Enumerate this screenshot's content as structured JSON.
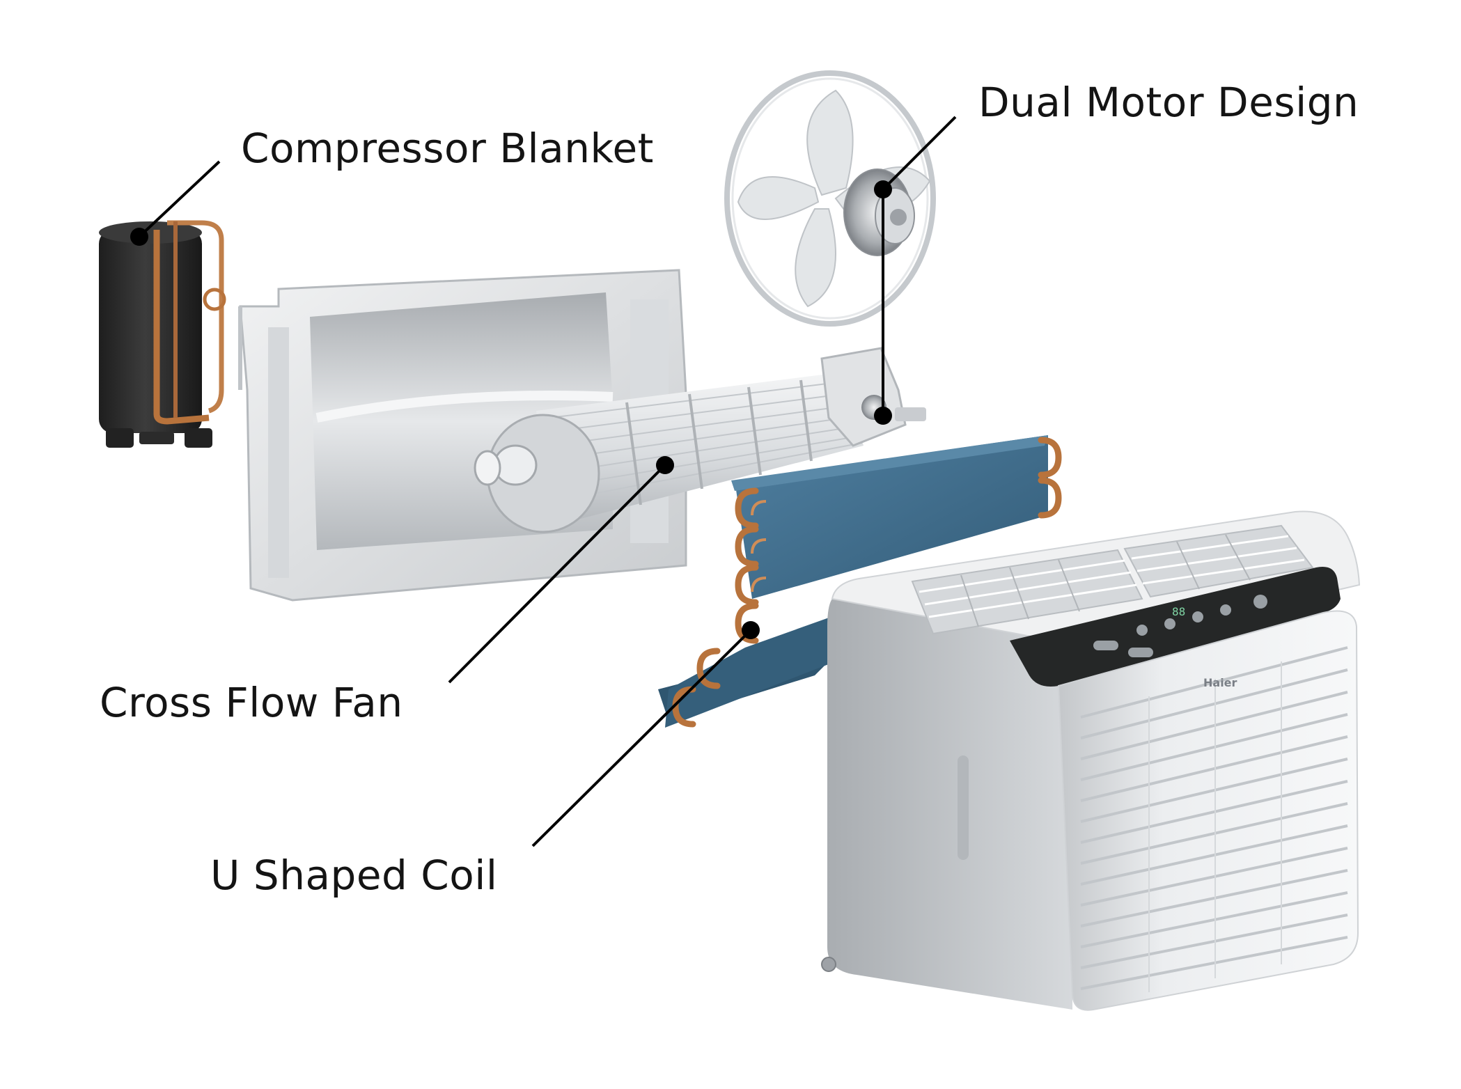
{
  "callouts": {
    "compressor_blanket": "Compressor Blanket",
    "dual_motor_design": "Dual Motor Design",
    "cross_flow_fan": "Cross Flow Fan",
    "u_shaped_coil": "U Shaped Coil"
  },
  "unit": {
    "brand": "Haier",
    "display_reading": "88"
  },
  "colors": {
    "label_text": "#141414",
    "leader_line": "#000000",
    "coil_blue": "#3f6f8f",
    "copper": "#b8733c",
    "compressor_black": "#2b2b2b",
    "plastic_white": "#e9ebec",
    "control_panel": "#252727"
  }
}
